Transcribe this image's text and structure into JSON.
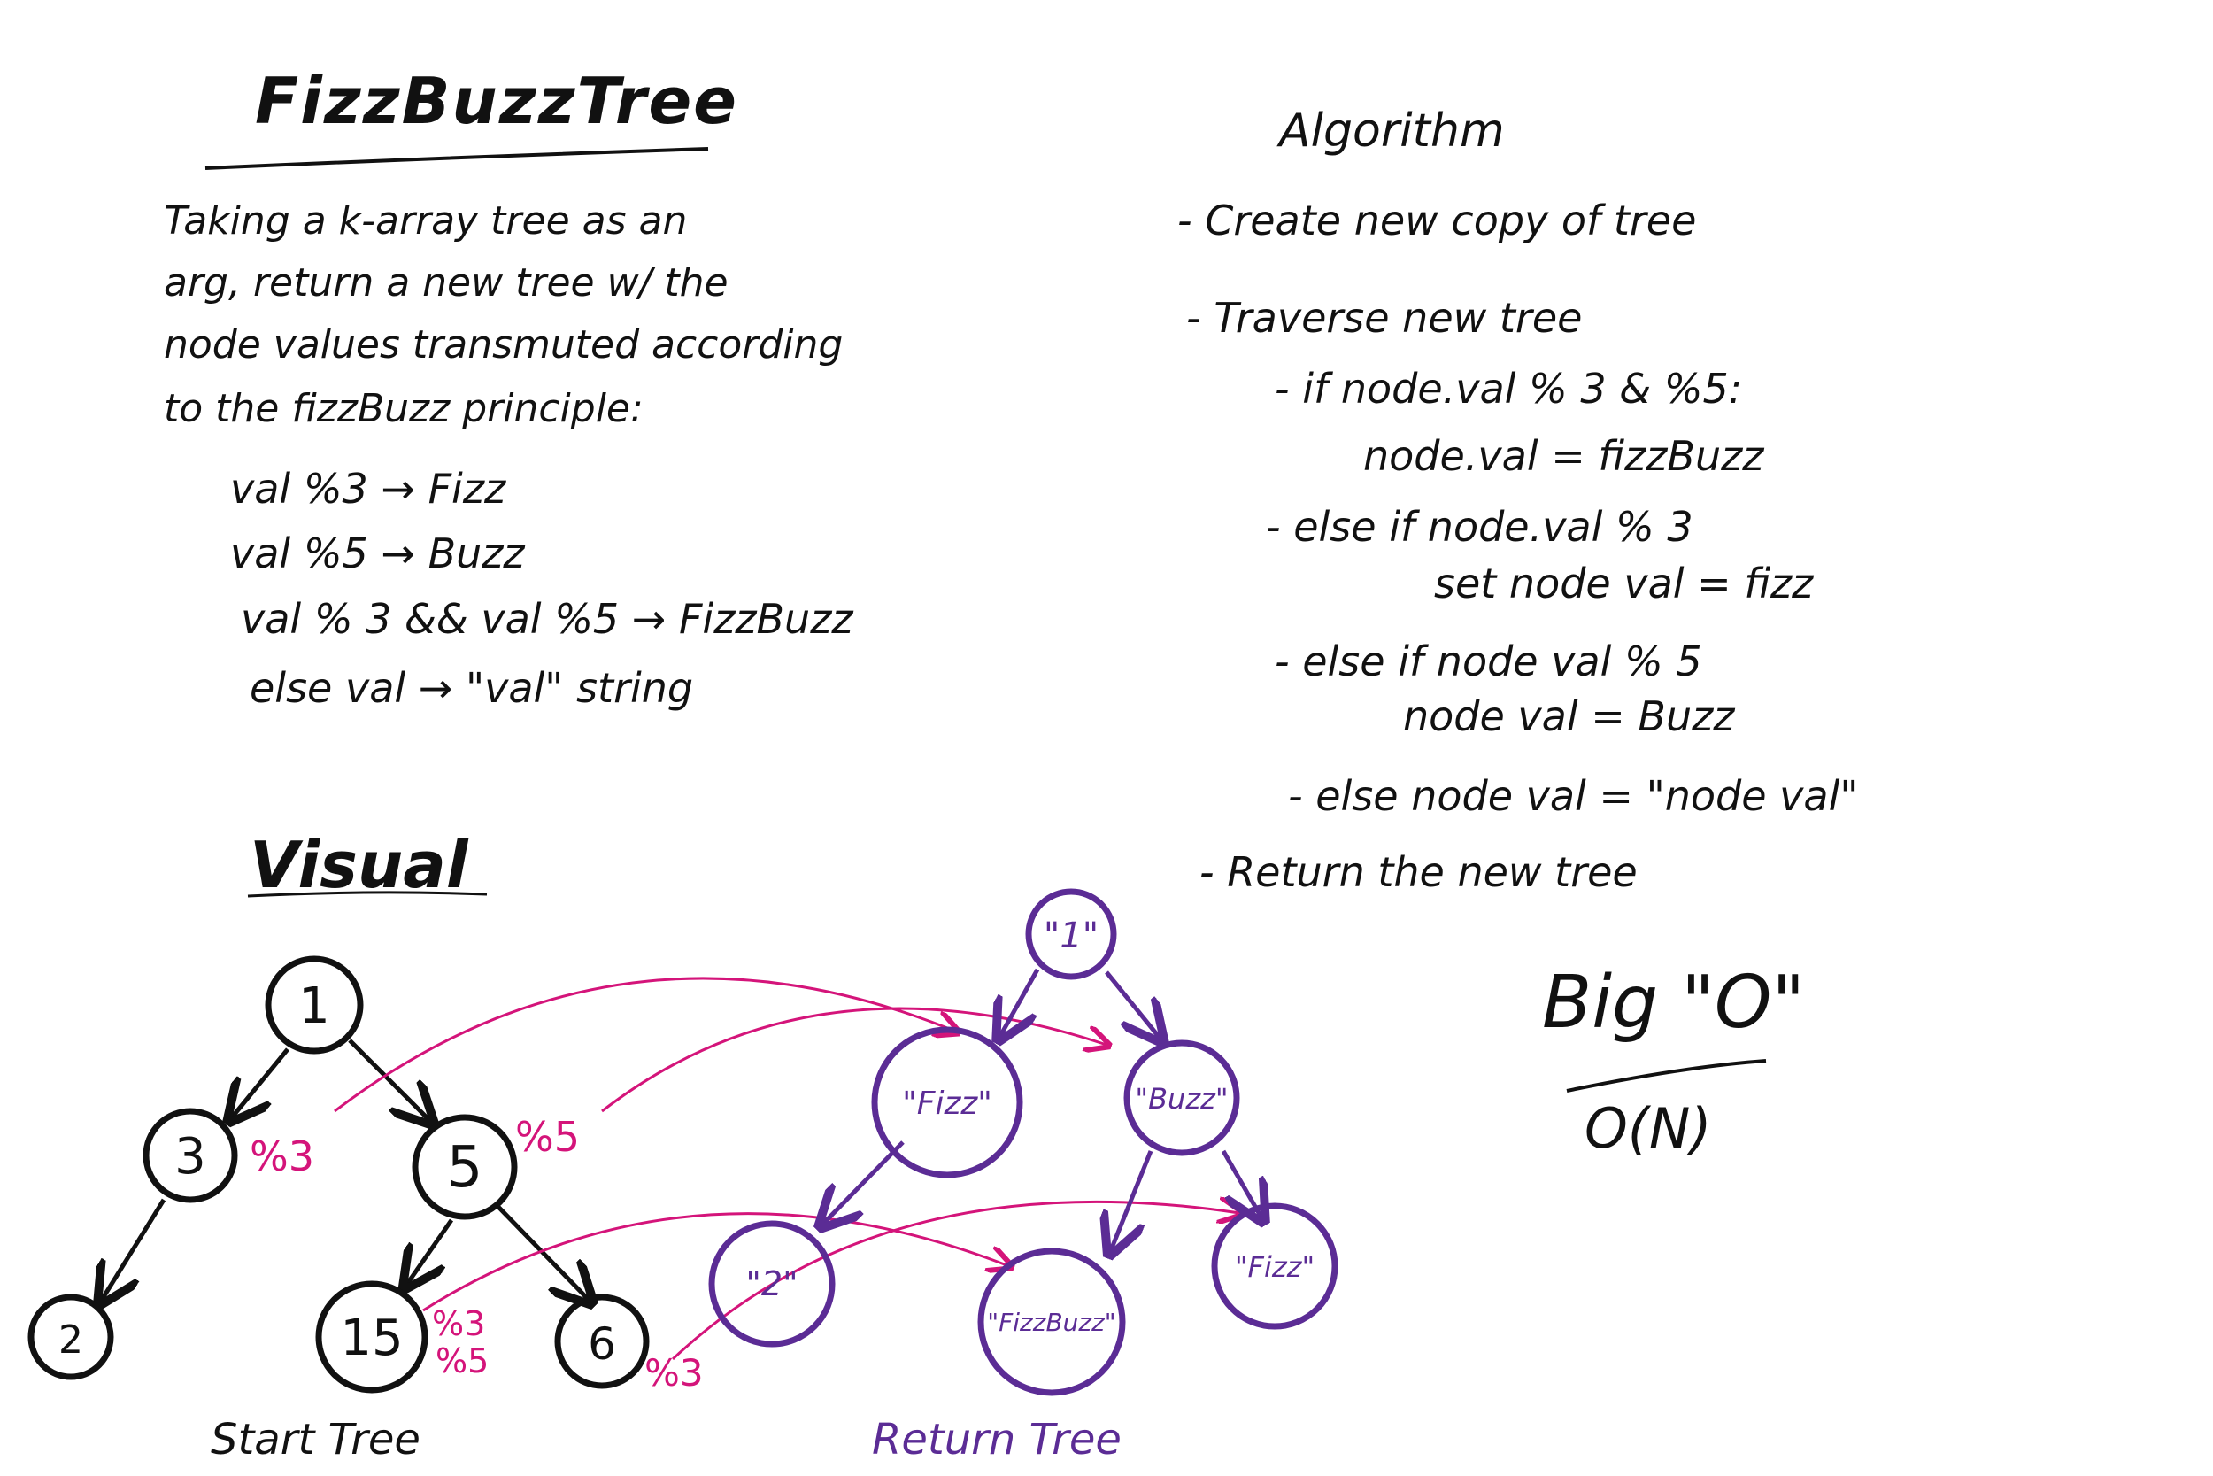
{
  "title": "FizzBuzzTree",
  "description": [
    "Taking a k-array tree as an",
    "arg, return a new tree w/ the",
    "node values transmuted according",
    "to the fizzBuzz principle:"
  ],
  "rules": [
    "val %3 → Fizz",
    "val %5 → Buzz",
    "val % 3 && val %5 → FizzBuzz",
    "else val → \"val\" string"
  ],
  "algorithm": {
    "heading": "Algorithm",
    "steps": [
      "- Create new copy of tree",
      "- Traverse new tree",
      "- if node.val % 3 & %5:",
      "node.val = fizzBuzz",
      "- else if node.val % 3",
      "set node val = fizz",
      "- else if node val % 5",
      "node val = Buzz",
      "- else node val = \"node val\"",
      "- Return the new tree"
    ]
  },
  "visual_heading": "Visual",
  "big_o": {
    "label": "Big \"O\"",
    "value": "O(N)"
  },
  "start_tree": {
    "caption": "Start Tree",
    "nodes": [
      "1",
      "3",
      "5",
      "2",
      "15",
      "6"
    ],
    "mod_labels": {
      "three": "%3",
      "five": "%5",
      "fifteen_a": "%3",
      "fifteen_b": "%5",
      "six": "%3"
    }
  },
  "return_tree": {
    "caption": "Return Tree",
    "nodes": [
      "\"1\"",
      "\"Fizz\"",
      "\"Buzz\"",
      "\"2\"",
      "\"FizzBuzz\"",
      "\"Fizz\""
    ]
  },
  "colors": {
    "ink": "#111111",
    "purple": "#5b2c95",
    "magenta": "#d4147a"
  }
}
